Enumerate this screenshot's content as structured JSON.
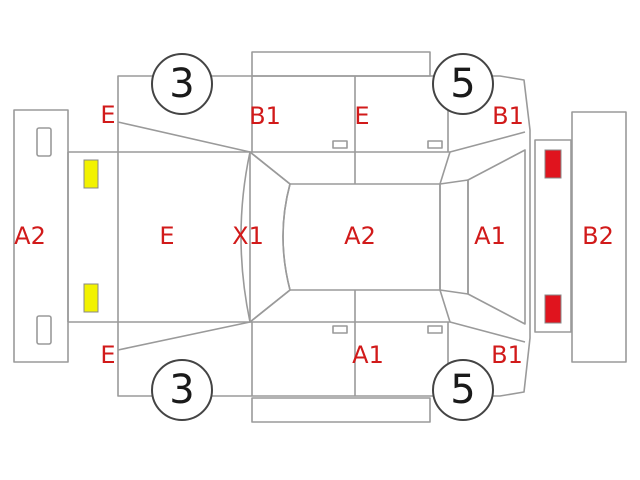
{
  "colors": {
    "code_text": "#d11a1a",
    "outline": "#9a9a9a",
    "front_light": "#f2f200",
    "rear_light": "#e0141e"
  },
  "wheel_numbers": {
    "front_left": "3",
    "rear_left": "5",
    "front_right": "3",
    "rear_right": "5"
  },
  "damage_codes": {
    "front_bumper": "A2",
    "front_fender_left": "E",
    "front_door_left": "B1",
    "rear_door_left": "E",
    "rear_fender_left": "B1",
    "hood": "E",
    "windshield": "X1",
    "roof": "A2",
    "rear_window": "A1",
    "rear_bumper": "B2",
    "front_fender_right": "E",
    "rear_door_right": "A1",
    "rear_fender_right": "B1"
  }
}
